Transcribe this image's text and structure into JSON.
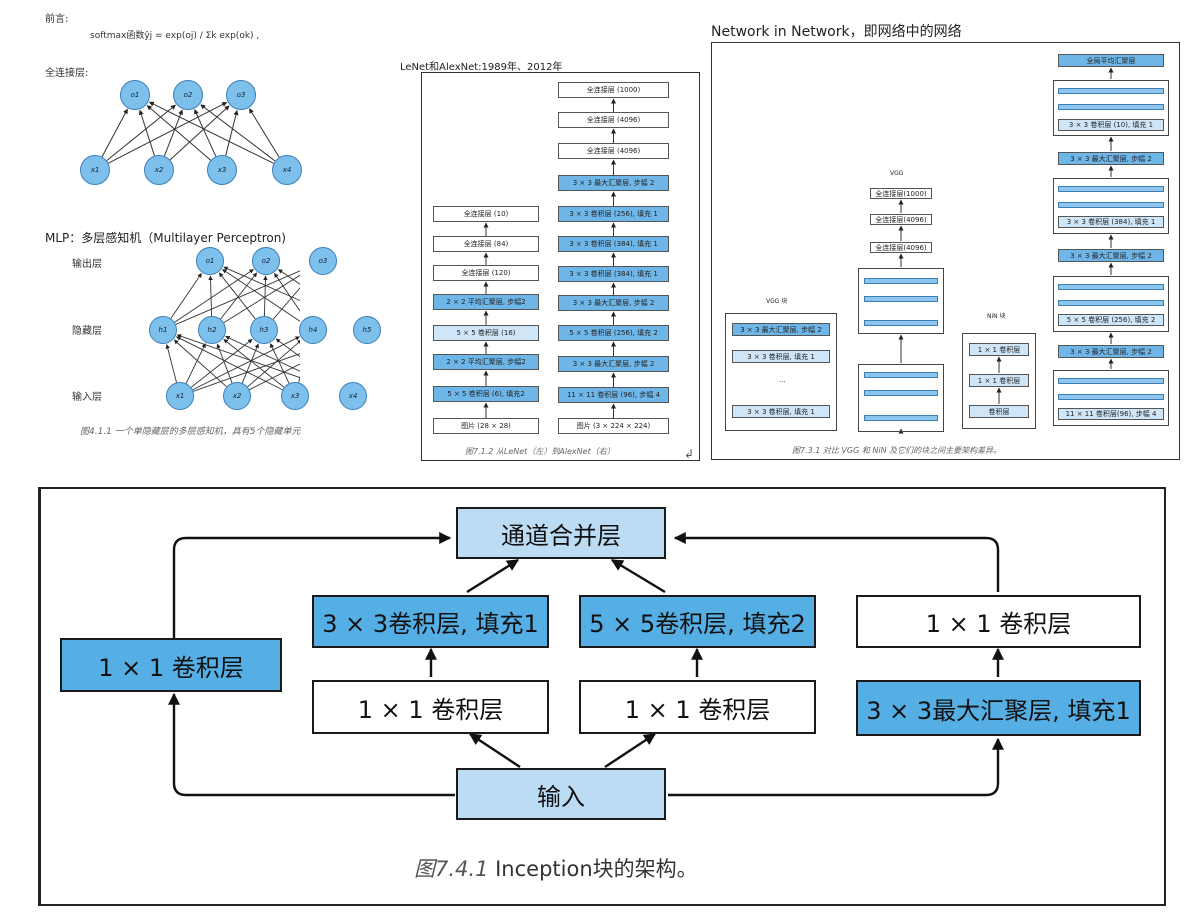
{
  "panel1": {
    "preface": "前言:",
    "softmax": "softmax函数ŷj = exp(oj) / Σk exp(ok) ,",
    "fc_label": "全连接层:",
    "outputs": [
      "o1",
      "o2",
      "o3"
    ],
    "inputs": [
      "x1",
      "x2",
      "x3",
      "x4"
    ],
    "mlp_title": "MLP：多层感知机（Multilayer Perceptron)",
    "layer_out": "输出层",
    "layer_hidden": "隐藏层",
    "layer_in": "输入层",
    "mlp_outputs": [
      "o1",
      "o2",
      "o3"
    ],
    "mlp_hidden": [
      "h1",
      "h2",
      "h3",
      "h4",
      "h5"
    ],
    "mlp_inputs": [
      "x1",
      "x2",
      "x3",
      "x4"
    ],
    "caption": "图4.1.1  一个单隐藏层的多层感知机，具有5个隐藏单元"
  },
  "panel2": {
    "title": "LeNet和AlexNet:1989年、2012年",
    "lenet": [
      "全连接层 (10)",
      "全连接层 (84)",
      "全连接层 (120)",
      "2 × 2 平均汇聚层, 步幅2",
      "5 × 5 卷积层 (16)",
      "2 × 2 平均汇聚层, 步幅2",
      "5 × 5 卷积层 (6), 填充2",
      "图片 (28 × 28)"
    ],
    "alexnet": [
      "全连接层 (1000)",
      "全连接层 (4096)",
      "全连接层 (4096)",
      "3 × 3 最大汇聚层, 步幅 2",
      "3 × 3 卷积层 (256), 填充 1",
      "3 × 3 卷积层 (384), 填充 1",
      "3 × 3 卷积层 (384), 填充 1",
      "3 × 3 最大汇聚层, 步幅 2",
      "5 × 5 卷积层 (256), 填充 2",
      "3 × 3 最大汇聚层, 步幅 2",
      "11 × 11 卷积层 (96), 步幅 4",
      "图片 (3 × 224 × 224)"
    ],
    "caption": "图7.1.2  从LeNet（左）到AlexNet（右）"
  },
  "panel3": {
    "title": "Network in Network，即网络中的网络",
    "vgg_block_label": "VGG 块",
    "vgg_block": [
      "3 × 3 最大汇聚层, 步幅 2",
      "3 × 3 卷积层, 填充 1",
      "...",
      "3 × 3 卷积层, 填充 1"
    ],
    "vgg_label": "VGG",
    "vgg": [
      "全连接层(1000)",
      "全连接层(4096)",
      "全连接层(4096)"
    ],
    "nin_block_label": "NiN 块",
    "nin_block": [
      "1 × 1 卷积层",
      "1 × 1 卷积层",
      "卷积层"
    ],
    "nin": [
      "全局平均汇聚层",
      "3 × 3 卷积层 (10), 填充 1",
      "3 × 3 最大汇聚层, 步幅 2",
      "3 × 3 卷积层 (384), 填充 1",
      "3 × 3 最大汇聚层, 步幅 2",
      "5 × 5 卷积层 (256), 填充 2",
      "3 × 3 最大汇聚层, 步幅 2",
      "11 × 11 卷积层(96), 步幅 4"
    ],
    "caption": "图7.3.1  对比 VGG 和 NiN 及它们的块之间主要架构差异。"
  },
  "inception": {
    "concat": "通道合并层",
    "b1": "1 × 1 卷积层",
    "b2_top": "3 × 3卷积层, 填充1",
    "b2_bottom": "1 × 1 卷积层",
    "b3_top": "5 × 5卷积层, 填充2",
    "b3_bottom": "1 × 1 卷积层",
    "b4_top": "1 × 1 卷积层",
    "b4_bottom": "3 × 3最大汇聚层, 填充1",
    "input": "输入",
    "caption_num": "图7.4.1",
    "caption_text": " Inception块的架构。"
  },
  "colors": {
    "blue": "#55aee4",
    "light_blue": "#bcdcf4",
    "node_blue": "#7dc0ec"
  }
}
